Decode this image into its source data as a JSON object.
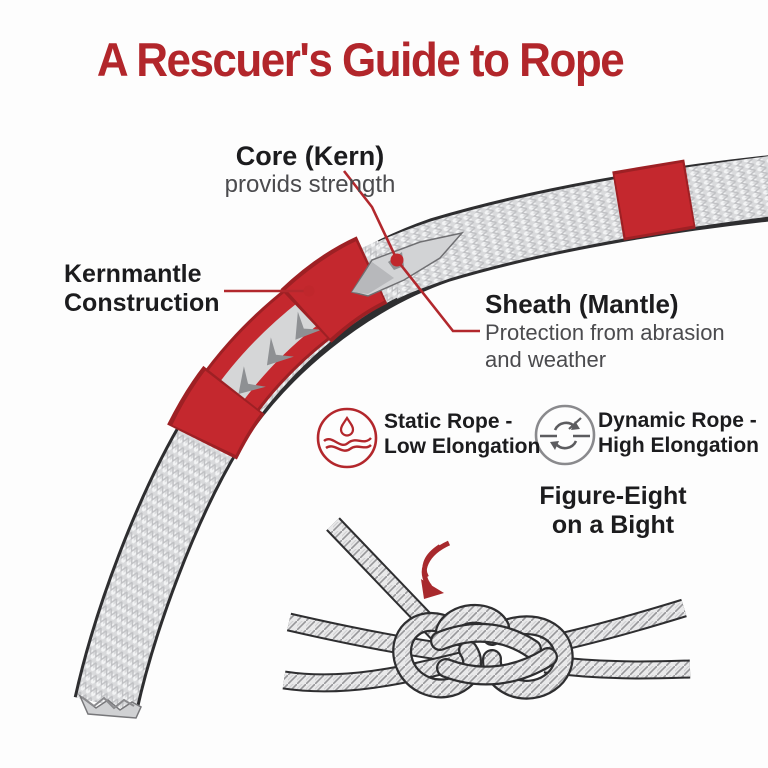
{
  "title": {
    "text": "A Rescuer's Guide to Rope"
  },
  "labels": {
    "core": {
      "title": "Core (Kern)",
      "subtitle": "provids strength"
    },
    "kernmantle": {
      "line1": "Kernmantle",
      "line2": "Construction"
    },
    "sheath": {
      "title": "Sheath (Mantle)",
      "sub1": "Protection from abrasion",
      "sub2": "and weather"
    },
    "static_rope": {
      "line1": "Static Rope -",
      "line2": "Low Elongation"
    },
    "dynamic_rope": {
      "line1": "Dynamic Rope -",
      "line2": "High Elongation"
    },
    "figure_eight": {
      "line1": "Figure-Eight",
      "line2": "on a Bight"
    }
  },
  "icons": {
    "static_rope": "droplet-wave-icon",
    "dynamic_rope": "circular-arrows-icon",
    "knot_arrow": "curved-down-arrow-icon"
  },
  "colors": {
    "accent_red": "#b2262b",
    "band_red": "#c4282e",
    "band_red_dark": "#9e2024",
    "callout_red": "#b2282d",
    "text_dark": "#1c1c1e",
    "text_gray": "#4b4b4e",
    "rope_gray": "#d9dadc",
    "core_gray": "#8e9093",
    "outline_dark": "#2e2e30"
  }
}
